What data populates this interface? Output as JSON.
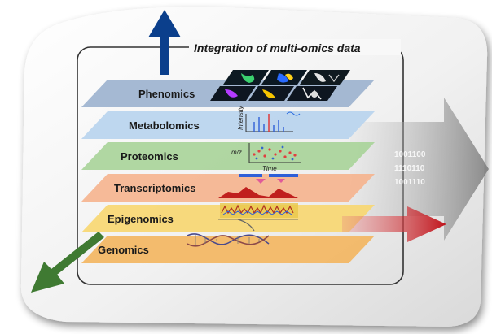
{
  "title": "Integration of multi-omics data",
  "layers": [
    {
      "label": "Phenomics",
      "color": "#9db3cf"
    },
    {
      "label": "Metabolomics",
      "color": "#b9d4ee"
    },
    {
      "label": "Proteomics",
      "color": "#a9d49a"
    },
    {
      "label": "Transcriptomics",
      "color": "#f5b48f"
    },
    {
      "label": "Epigenomics",
      "color": "#f7d772"
    },
    {
      "label": "Genomics",
      "color": "#f3b662"
    }
  ],
  "binary_lines": [
    "1001100",
    "1110110",
    "1001110"
  ],
  "axis_labels": {
    "mz": "m/z",
    "time": "Time",
    "intensity": "Intensity"
  },
  "arrows": {
    "up": {
      "color": "#0b3f8c",
      "icon": "arrow-up-icon"
    },
    "right": {
      "color": "#c0141c",
      "icon": "arrow-right-icon"
    },
    "right_output": {
      "color": "#8a8a8a",
      "icon": "arrow-right-gray-icon"
    },
    "down_left": {
      "color": "#3f7a32",
      "icon": "arrow-down-left-icon"
    }
  }
}
